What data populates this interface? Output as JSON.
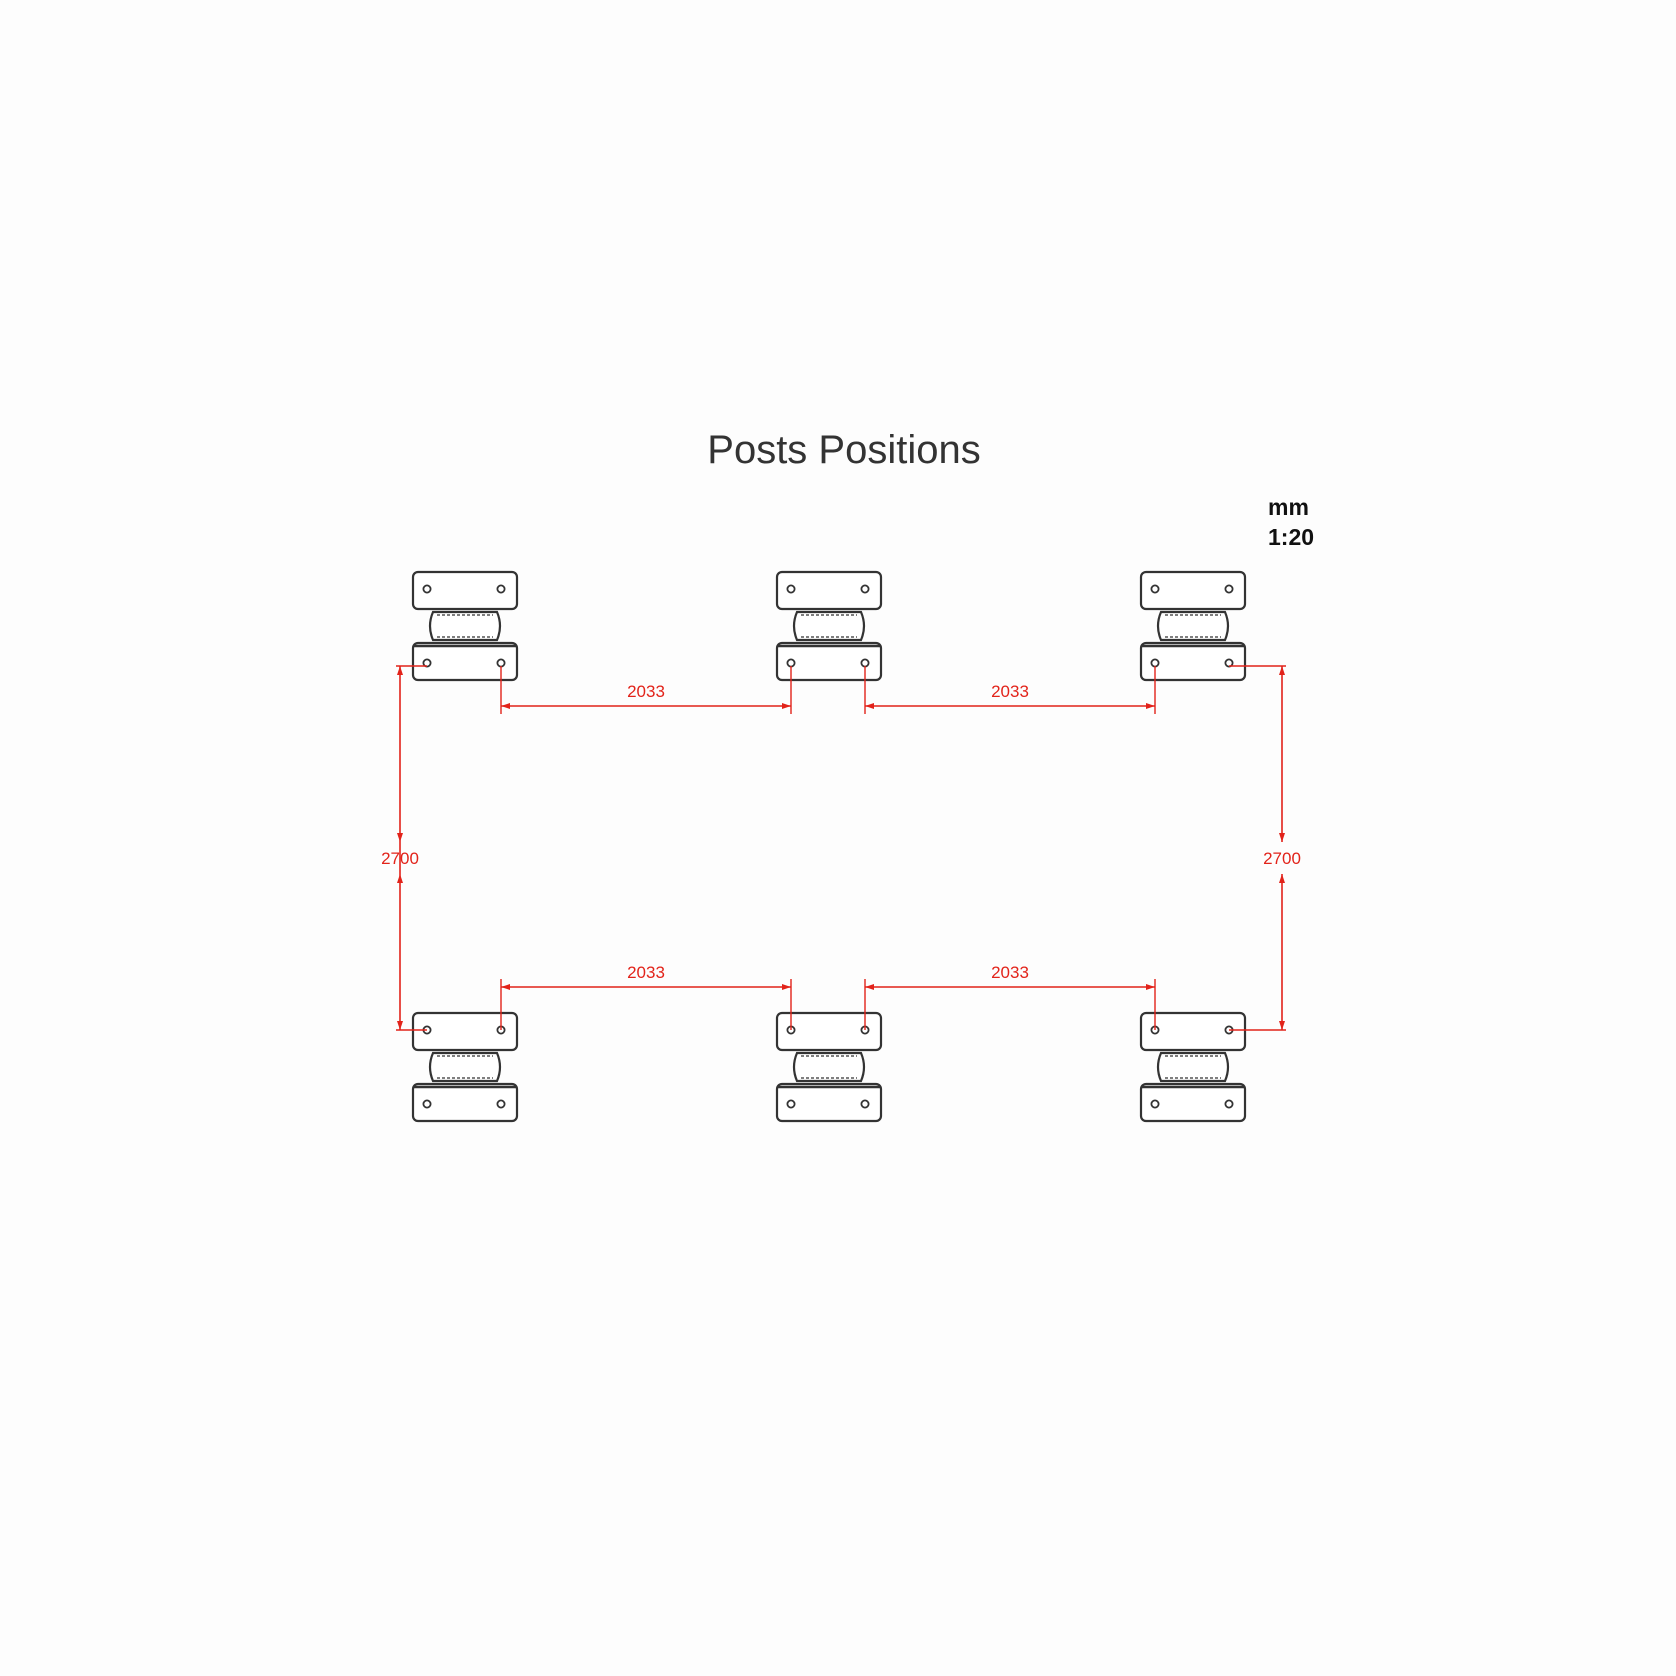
{
  "title": "Posts Positions",
  "units": "mm",
  "scale": "1:20",
  "dimensions": {
    "post_spacing": "2033",
    "row_spacing": "2700"
  },
  "colors": {
    "dimension": "#e2231a",
    "outline": "#333333"
  }
}
